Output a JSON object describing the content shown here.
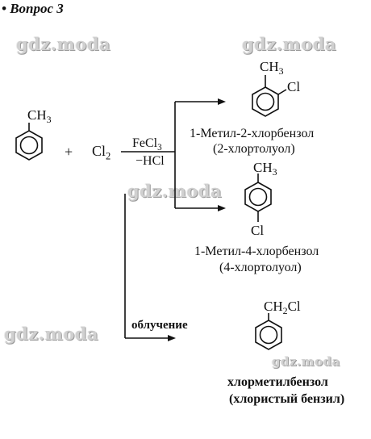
{
  "heading": "• Вопрос 3",
  "watermark": "gdz.moda",
  "reactant": {
    "group": "CH",
    "group_sub": "3"
  },
  "plus": "+",
  "reagent": {
    "formula": "Cl",
    "formula_sub": "2"
  },
  "catalyst": {
    "formula": "FeCl",
    "formula_sub": "3",
    "removed": "−HCl"
  },
  "light_condition": "облучение",
  "products": [
    {
      "group": "CH",
      "group_sub": "3",
      "substituent": "Cl",
      "name": "1-Метил-2-хлорбензол",
      "alt_name": "(2-хлортолуол)"
    },
    {
      "group": "CH",
      "group_sub": "3",
      "substituent": "Cl",
      "name": "1-Метил-4-хлорбензол",
      "alt_name": "(4-хлортолуол)"
    },
    {
      "group": "CH",
      "group_sub": "2",
      "group_tail": "Cl",
      "name": "хлорметилбензол",
      "alt_name": "(хлористый бензил)"
    }
  ]
}
